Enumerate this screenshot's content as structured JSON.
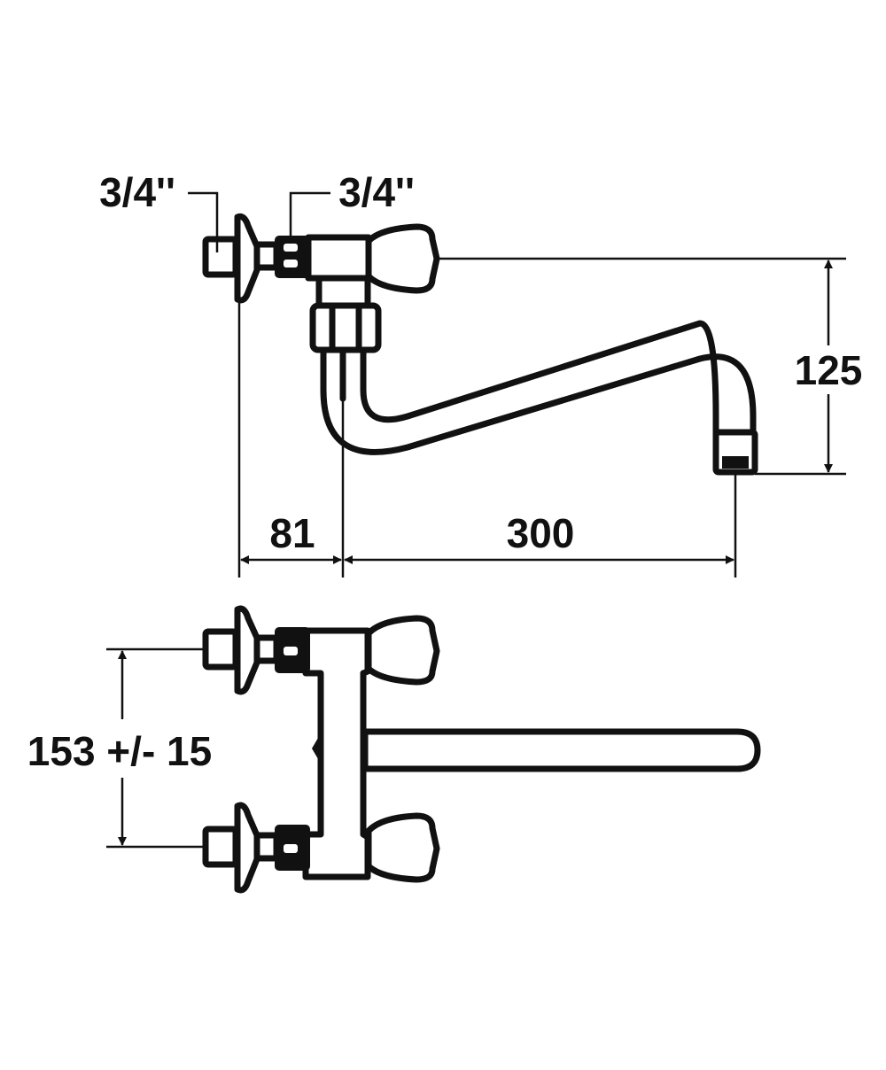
{
  "side_view": {
    "thread_label_left": "3/4''",
    "thread_label_right": "3/4''",
    "height_dimension": "125",
    "wall_offset_dimension": "81",
    "projection_dimension": "300"
  },
  "top_view": {
    "center_distance_dimension": "153 +/- 15"
  },
  "colors": {
    "line": "#111111",
    "background": "#ffffff"
  }
}
